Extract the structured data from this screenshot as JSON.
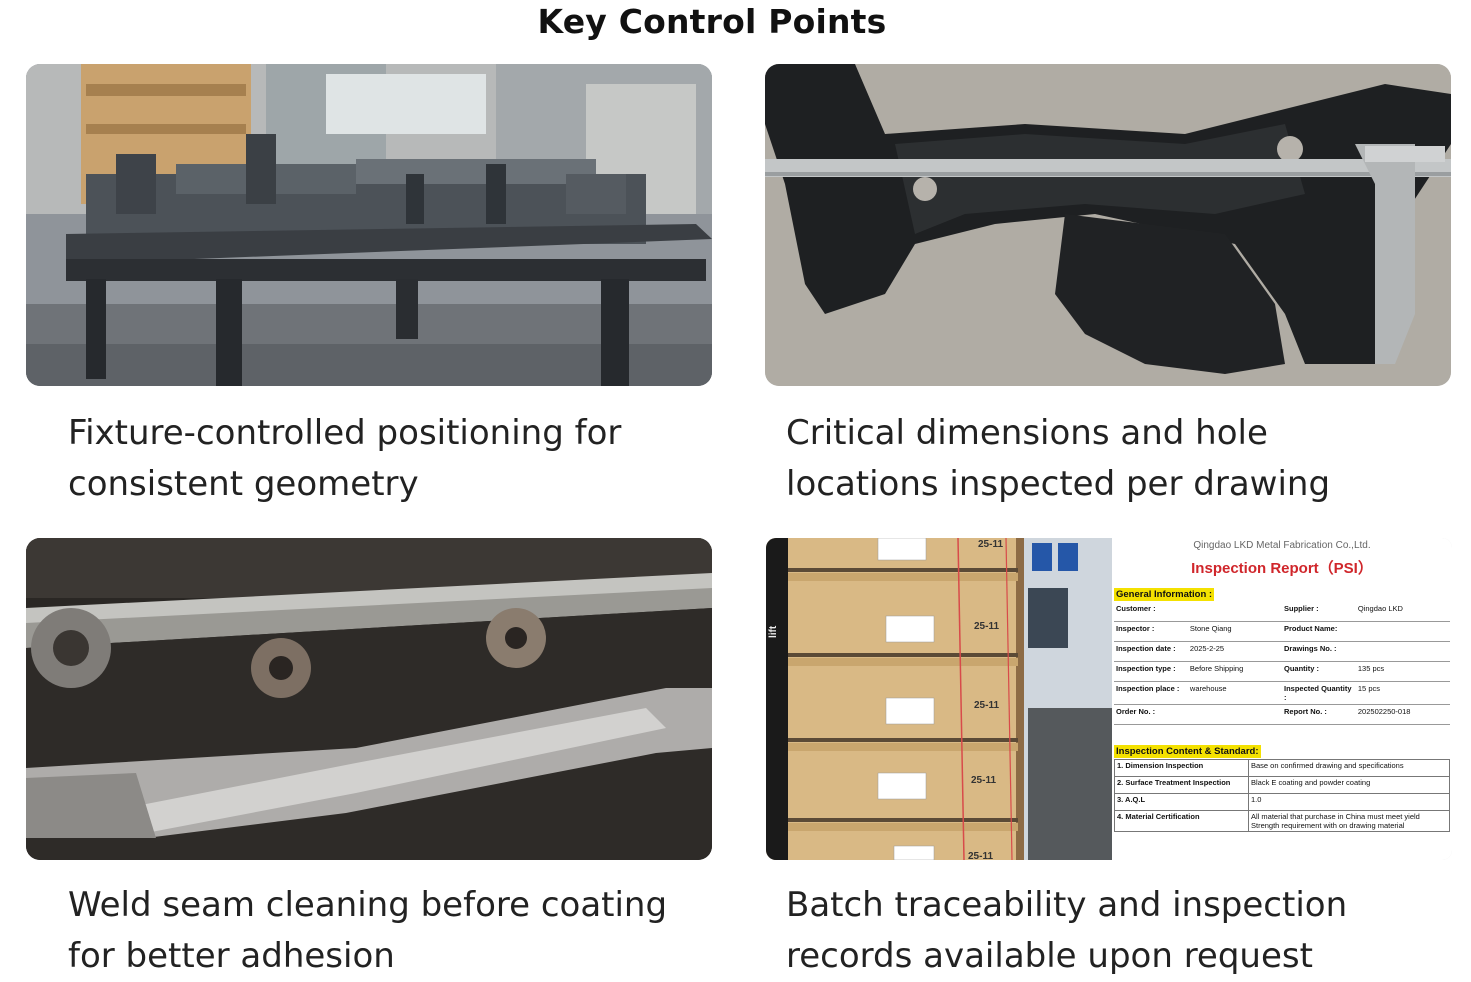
{
  "page": {
    "title": "Key Control Points"
  },
  "captions": {
    "c1": {
      "line1": "Fixture-controlled positioning for",
      "line2": "consistent geometry"
    },
    "c2": {
      "line1": "Critical dimensions and hole",
      "line2": "locations inspected per drawing"
    },
    "c3": {
      "line1": "Weld seam cleaning before coating",
      "line2": "for better adhesion"
    },
    "c4": {
      "line1": "Batch traceability and inspection",
      "line2": "records available upon request"
    }
  },
  "crates": {
    "label": "25-11",
    "side_sign": "lift"
  },
  "report": {
    "company": "Qingdao LKD Metal Fabrication Co.,Ltd.",
    "title_main": "Inspection Report",
    "title_code": "（PSI）",
    "general_heading": "General Information :",
    "general_rows": [
      {
        "k1": "Customer :",
        "v1": "",
        "k2": "Supplier :",
        "v2": "Qingdao LKD"
      },
      {
        "k1": "Inspector :",
        "v1": "Stone Qiang",
        "k2": "Product Name:",
        "v2": ""
      },
      {
        "k1": "Inspection date :",
        "v1": "2025-2-25",
        "k2": "Drawings No. :",
        "v2": ""
      },
      {
        "k1": "Inspection type :",
        "v1": "Before Shipping",
        "k2": "Quantity :",
        "v2": "135 pcs"
      },
      {
        "k1": "Inspection place :",
        "v1": "warehouse",
        "k2": "Inspected Quantity :",
        "v2": "15 pcs"
      },
      {
        "k1": "Order No. :",
        "v1": "",
        "k2": "Report No. :",
        "v2": "202502250-018"
      }
    ],
    "content_heading": "Inspection Content & Standard:",
    "content_rows": [
      {
        "item": "1. Dimension Inspection",
        "standard": "Base on confirmed drawing and specifications"
      },
      {
        "item": "2. Surface Treatment Inspection",
        "standard": "Black E coating and powder coating"
      },
      {
        "item": "3. A.Q.L",
        "standard": "1.0"
      },
      {
        "item": "4. Material Certification",
        "standard": "All material that purchase in China must meet yield Strength requirement with on drawing material"
      }
    ]
  }
}
